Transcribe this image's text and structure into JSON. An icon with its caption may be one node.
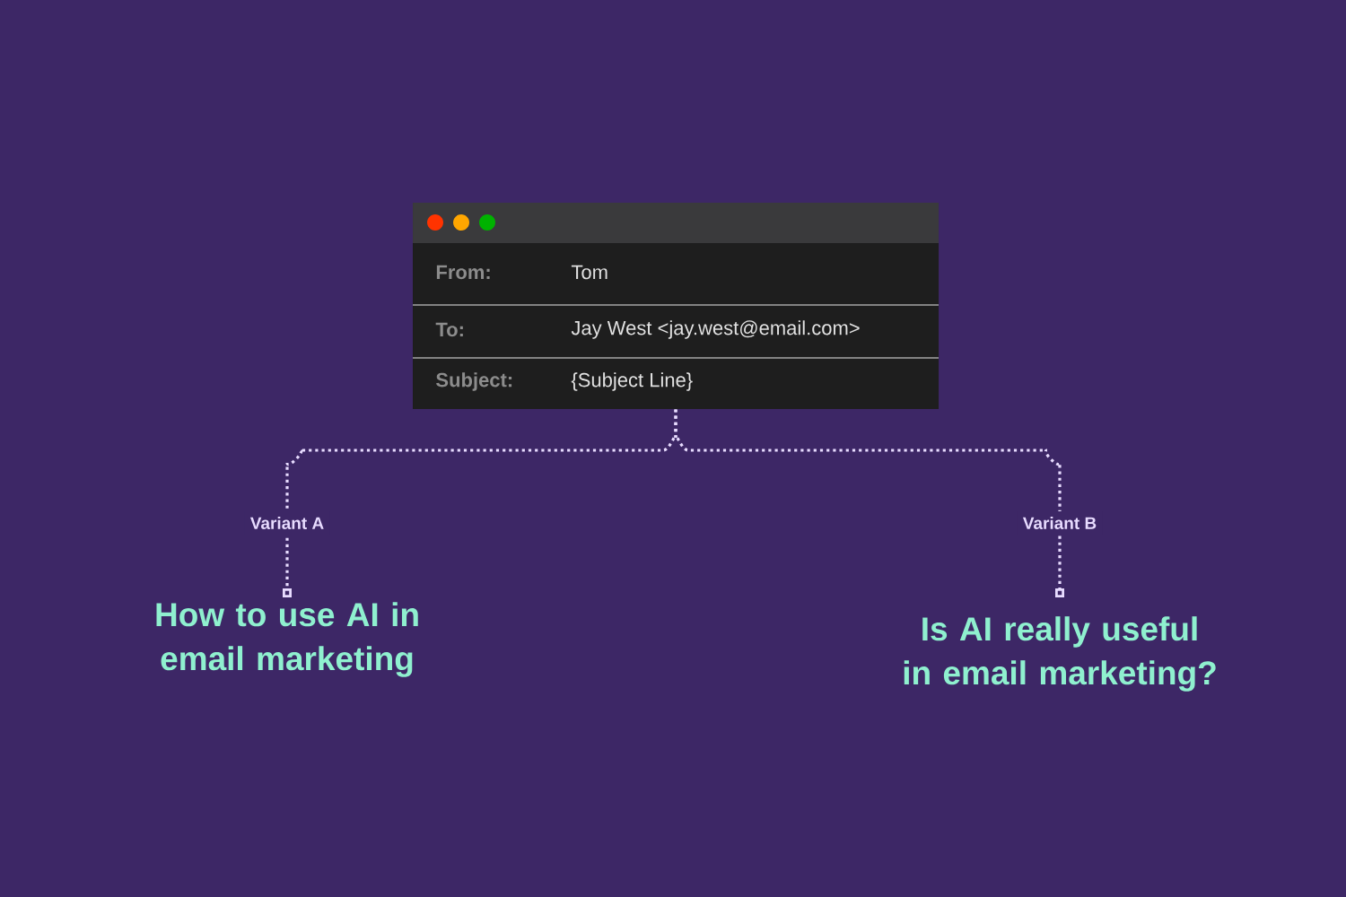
{
  "diagram": {
    "nodes": [
      {
        "text": [],
        "shape": "box"
      },
      {
        "text": [
          "From:",
          "Tom"
        ],
        "in": 0
      },
      {
        "text": [
          "To:",
          "Jay West <jay.west@email.com>"
        ],
        "in": 0
      },
      {
        "text": [
          "Subject:",
          "{Subject Line}"
        ],
        "in": 0
      },
      {
        "text": [
          "How to use AI in email marketing"
        ]
      },
      {
        "text": [
          "Is AI really useful in email marketing?"
        ]
      }
    ],
    "edges": [
      {
        "from": 0,
        "to": 4,
        "arrow": "other",
        "label": "Variant A",
        "style": "dashed"
      },
      {
        "from": 0,
        "to": 5,
        "arrow": "other",
        "label": "Variant B",
        "style": "dashed"
      }
    ]
  }
}
